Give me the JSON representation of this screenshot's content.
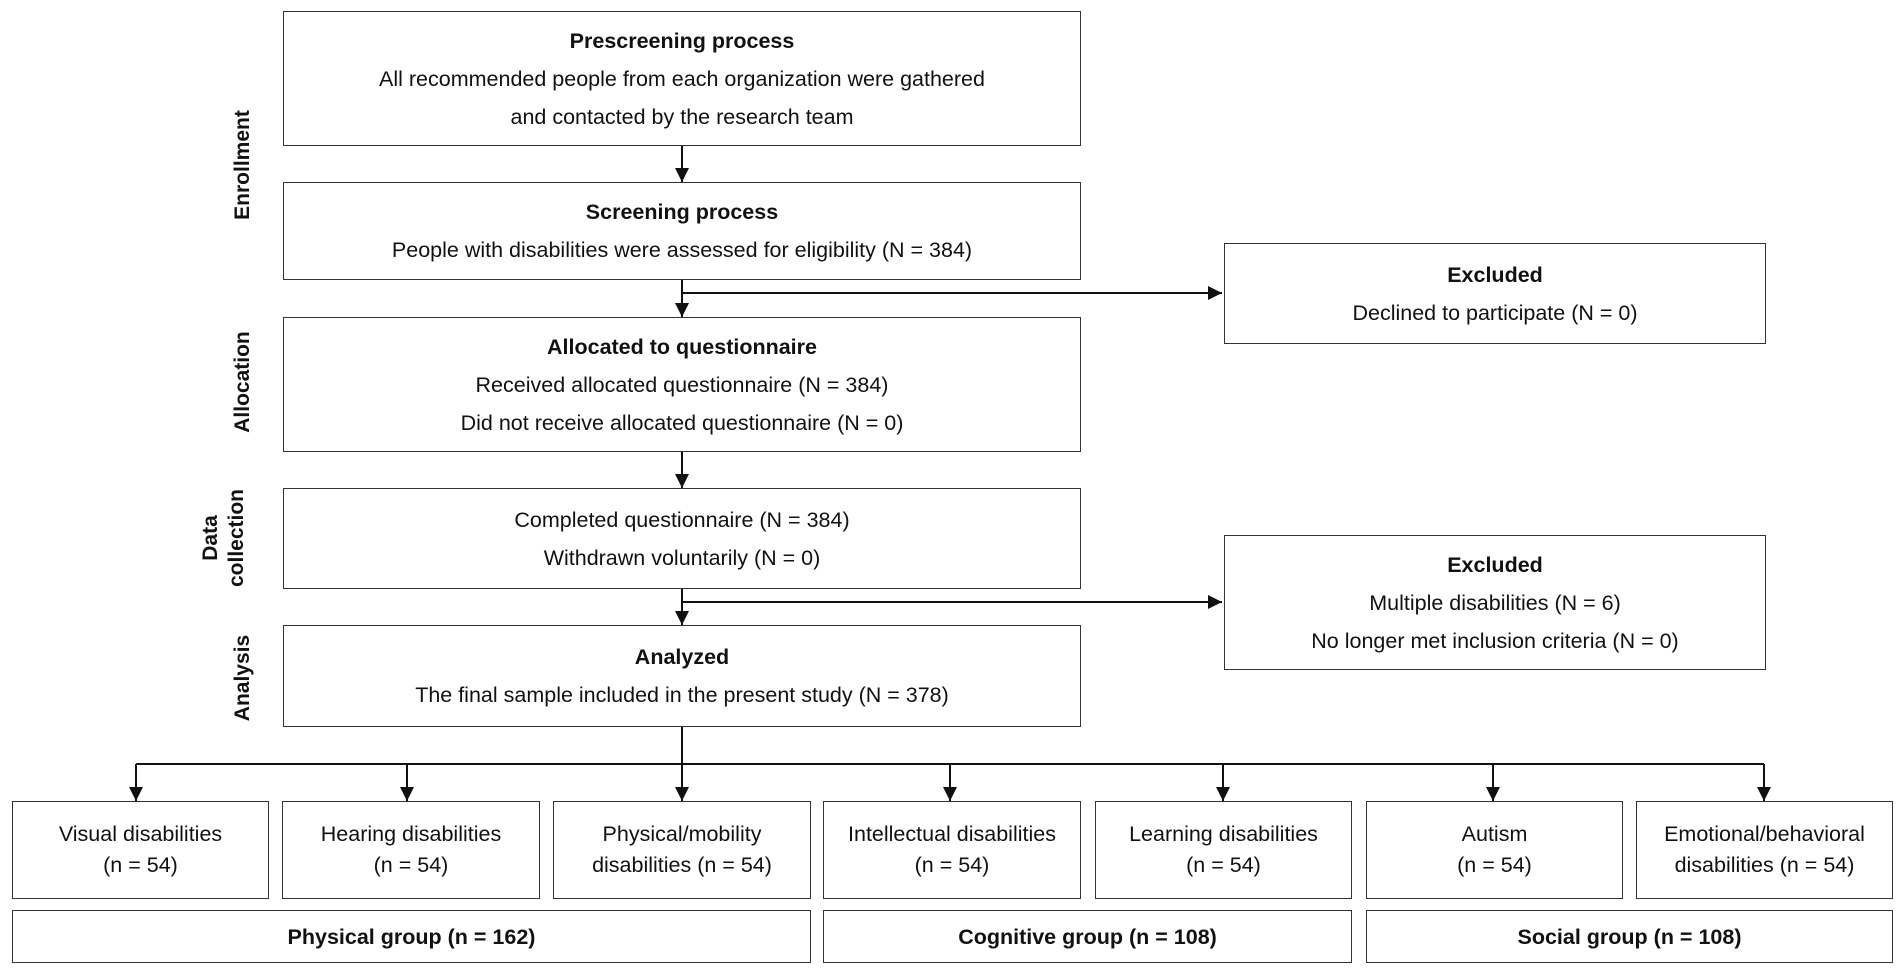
{
  "stages": {
    "enrollment": "Enrollment",
    "allocation": "Allocation",
    "data_collection_1": "Data",
    "data_collection_2": "collection",
    "analysis": "Analysis"
  },
  "prescreening": {
    "title": "Prescreening process",
    "line1": "All recommended people from each organization were gathered",
    "line2": "and contacted by the research team"
  },
  "screening": {
    "title": "Screening process",
    "line1": "People with disabilities were assessed for eligibility (N = 384)"
  },
  "excluded1": {
    "title": "Excluded",
    "line1": "Declined to participate (N = 0)"
  },
  "allocated": {
    "title": "Allocated to questionnaire",
    "line1": "Received allocated questionnaire (N = 384)",
    "line2": "Did not receive allocated questionnaire (N = 0)"
  },
  "collection": {
    "line1": "Completed questionnaire (N = 384)",
    "line2": "Withdrawn voluntarily (N = 0)"
  },
  "excluded2": {
    "title": "Excluded",
    "line1": "Multiple disabilities (N = 6)",
    "line2": "No longer met inclusion criteria (N = 0)"
  },
  "analyzed": {
    "title": "Analyzed",
    "line1": "The final sample included in the present study (N = 378)"
  },
  "categories": [
    {
      "line1": "Visual disabilities",
      "line2": "(n = 54)"
    },
    {
      "line1": "Hearing disabilities",
      "line2": "(n = 54)"
    },
    {
      "line1": "Physical/mobility",
      "line2": "disabilities (n = 54)"
    },
    {
      "line1": "Intellectual disabilities",
      "line2": "(n = 54)"
    },
    {
      "line1": "Learning disabilities",
      "line2": "(n = 54)"
    },
    {
      "line1": "Autism",
      "line2": "(n = 54)"
    },
    {
      "line1": "Emotional/behavioral",
      "line2": "disabilities (n = 54)"
    }
  ],
  "groups": [
    {
      "label": "Physical group (n = 162)"
    },
    {
      "label": "Cognitive group (n = 108)"
    },
    {
      "label": "Social group (n = 108)"
    }
  ]
}
